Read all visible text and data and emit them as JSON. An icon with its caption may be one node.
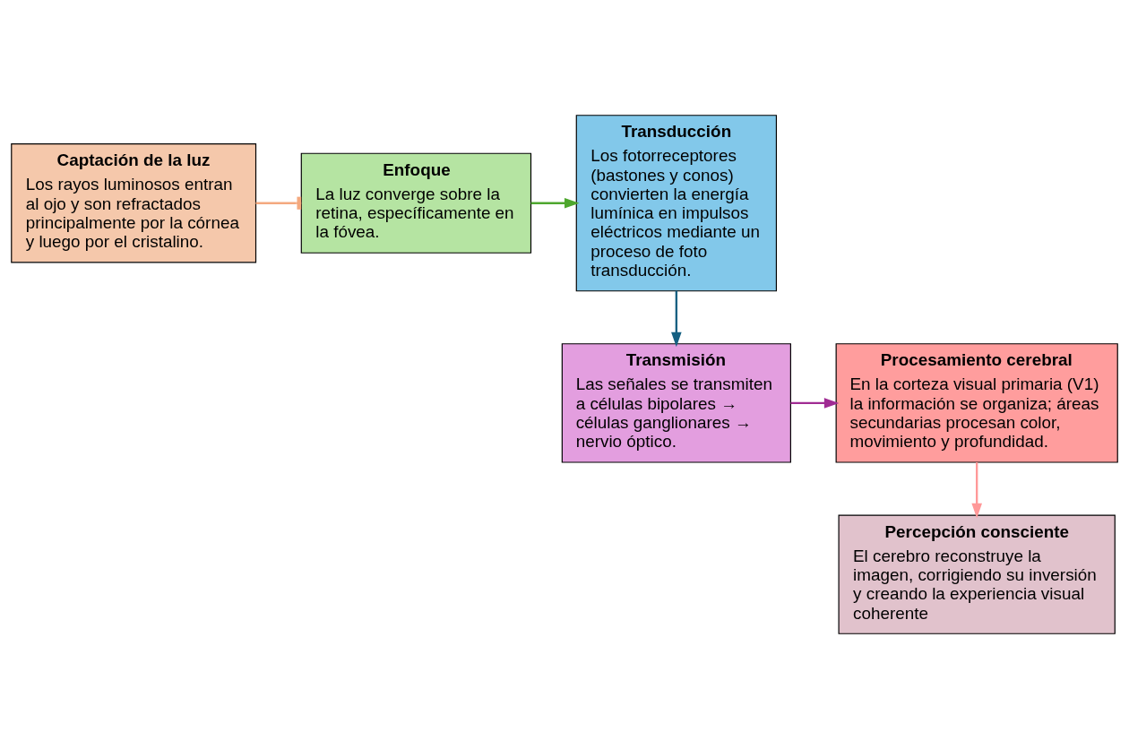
{
  "diagram": {
    "nodes": [
      {
        "text": [
          "Captación de la luz",
          "Los rayos luminosos entran al ojo y son refractados principalmente por la córnea y luego por el cristalino."
        ]
      },
      {
        "text": [
          "Enfoque",
          "La luz converge sobre la retina, específicamente en la fóvea."
        ]
      },
      {
        "text": [
          "Transducción",
          "Los fotorreceptores (bastones y conos) convierten la energía lumínica en impulsos eléctricos mediante un proceso de foto transducción."
        ]
      },
      {
        "text": [
          "Transmisión",
          "Las señales se transmiten a células bipolares → células ganglionares → nervio óptico."
        ]
      },
      {
        "text": [
          "Procesamiento cerebral",
          "En la corteza visual primaria (V1) la información se organiza; áreas secundarias procesan color, movimiento y profundidad."
        ]
      },
      {
        "text": [
          "Percepción consciente",
          "El cerebro reconstruye la imagen, corrigiendo su inversión y creando la experiencia visual coherente"
        ]
      }
    ],
    "edges": [
      {
        "from": 0,
        "to": 1,
        "arrow": "other",
        "color": "#f4a97f"
      },
      {
        "from": 1,
        "to": 2,
        "arrow": "to",
        "color": "#4ea72e"
      },
      {
        "from": 2,
        "to": 3,
        "arrow": "to",
        "color": "#156082"
      },
      {
        "from": 3,
        "to": 4,
        "arrow": "to",
        "color": "#a02b93"
      },
      {
        "from": 4,
        "to": 5,
        "arrow": "to",
        "color": "#ff9999"
      }
    ]
  }
}
